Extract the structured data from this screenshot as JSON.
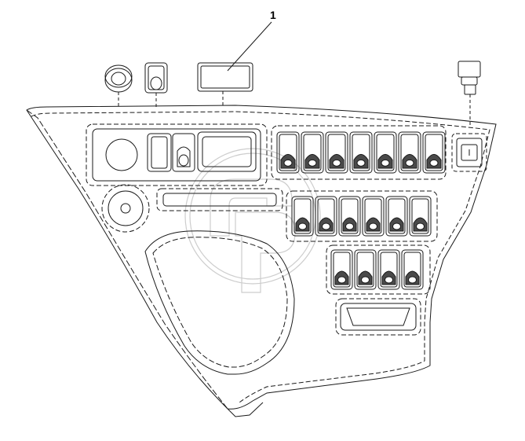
{
  "callouts": [
    {
      "label": "1"
    }
  ],
  "rocker_switches": {
    "top_row_count": 7,
    "middle_row_count": 6,
    "bottom_row_count": 4
  },
  "colors": {
    "line": "#1a1a1a",
    "background": "#ffffff",
    "watermark": "#b0b0b0"
  }
}
